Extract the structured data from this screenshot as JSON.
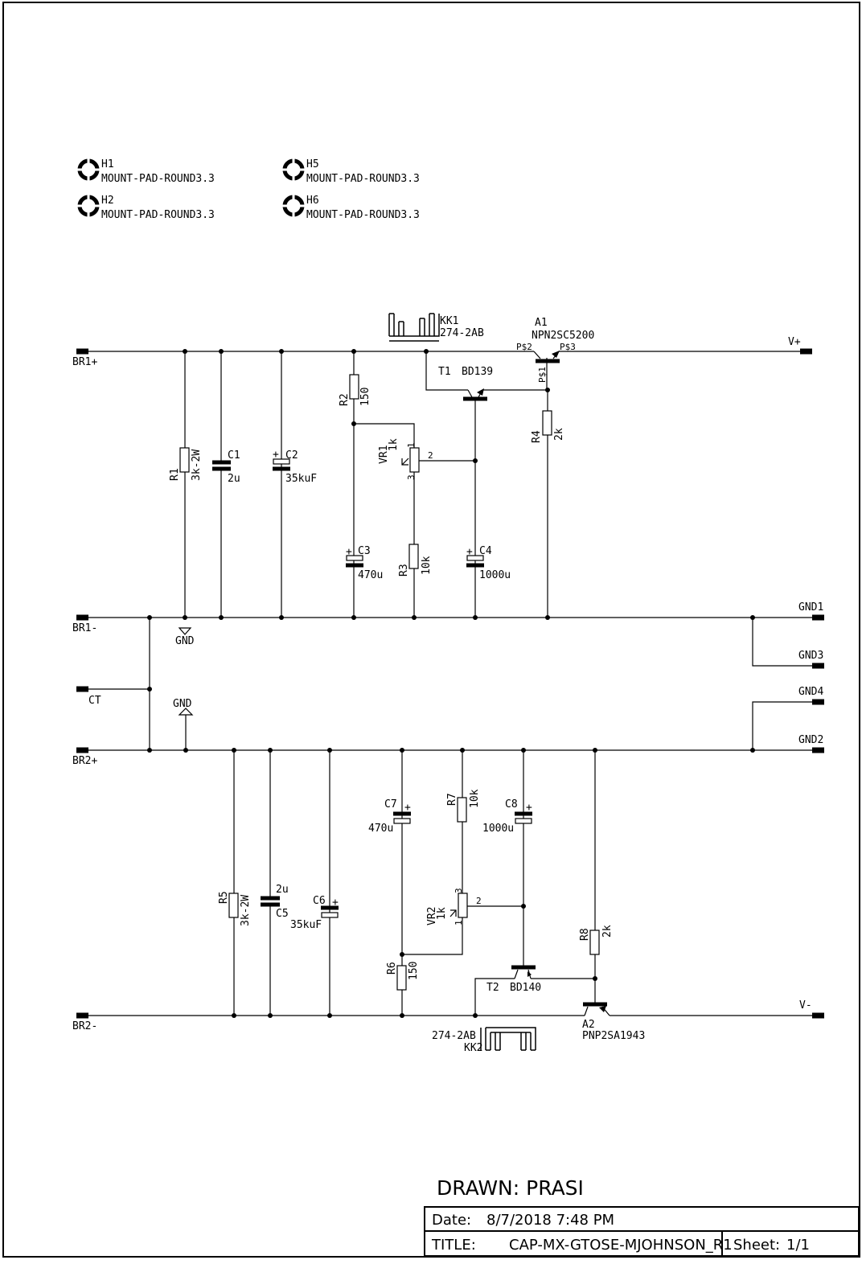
{
  "mount_pads": [
    {
      "ref": "H1",
      "value": "MOUNT-PAD-ROUND3.3"
    },
    {
      "ref": "H2",
      "value": "MOUNT-PAD-ROUND3.3"
    },
    {
      "ref": "H5",
      "value": "MOUNT-PAD-ROUND3.3"
    },
    {
      "ref": "H6",
      "value": "MOUNT-PAD-ROUND3.3"
    }
  ],
  "connectors": {
    "br1p": "BR1+",
    "br1m": "BR1-",
    "ct": "CT",
    "br2p": "BR2+",
    "br2m": "BR2-",
    "vp": "V+",
    "vm": "V-",
    "gnd1": "GND1",
    "gnd2": "GND2",
    "gnd3": "GND3",
    "gnd4": "GND4"
  },
  "gnd_label": "GND",
  "components": {
    "R1": {
      "ref": "R1",
      "value": "3k-2W"
    },
    "C1": {
      "ref": "C1",
      "value": "2u"
    },
    "C2": {
      "ref": "C2",
      "value": "35kuF"
    },
    "R2": {
      "ref": "R2",
      "value": "150"
    },
    "VR1": {
      "ref": "VR1",
      "value": "1k"
    },
    "C3": {
      "ref": "C3",
      "value": "470u"
    },
    "R3": {
      "ref": "R3",
      "value": "10k"
    },
    "C4": {
      "ref": "C4",
      "value": "1000u"
    },
    "R4": {
      "ref": "R4",
      "value": "2k"
    },
    "T1": {
      "ref": "T1",
      "value": "BD139"
    },
    "A1": {
      "ref": "A1",
      "value": "NPN2SC5200"
    },
    "KK1": {
      "ref": "KK1",
      "value": "274-2AB"
    },
    "R5": {
      "ref": "R5",
      "value": "3k-2W"
    },
    "C5": {
      "ref": "C5",
      "value": "2u"
    },
    "C6": {
      "ref": "C6",
      "value": "35kuF"
    },
    "C7": {
      "ref": "C7",
      "value": "470u"
    },
    "R7": {
      "ref": "R7",
      "value": "10k"
    },
    "C8": {
      "ref": "C8",
      "value": "1000u"
    },
    "VR2": {
      "ref": "VR2",
      "value": "1k"
    },
    "R6": {
      "ref": "R6",
      "value": "150"
    },
    "R8": {
      "ref": "R8",
      "value": "2k"
    },
    "T2": {
      "ref": "T2",
      "value": "BD140"
    },
    "A2": {
      "ref": "A2",
      "value": "PNP2SA1943"
    },
    "KK2": {
      "ref": "KK2",
      "value": "274-2AB"
    }
  },
  "pins": {
    "a1_pin1": "P$1",
    "a1_pin2": "P$2",
    "a1_pin3": "P$3",
    "vr_pin1": "1",
    "vr_pin2": "2",
    "vr_pin3": "3"
  },
  "title_block": {
    "drawn": "DRAWN: PRASI",
    "date_label": "Date:",
    "date_value": "8/7/2018 7:48 PM",
    "title_label": "TITLE:",
    "title_value": "CAP-MX-GTOSE-MJOHNSON_R1",
    "sheet_label": "Sheet:",
    "sheet_value": "1/1"
  }
}
